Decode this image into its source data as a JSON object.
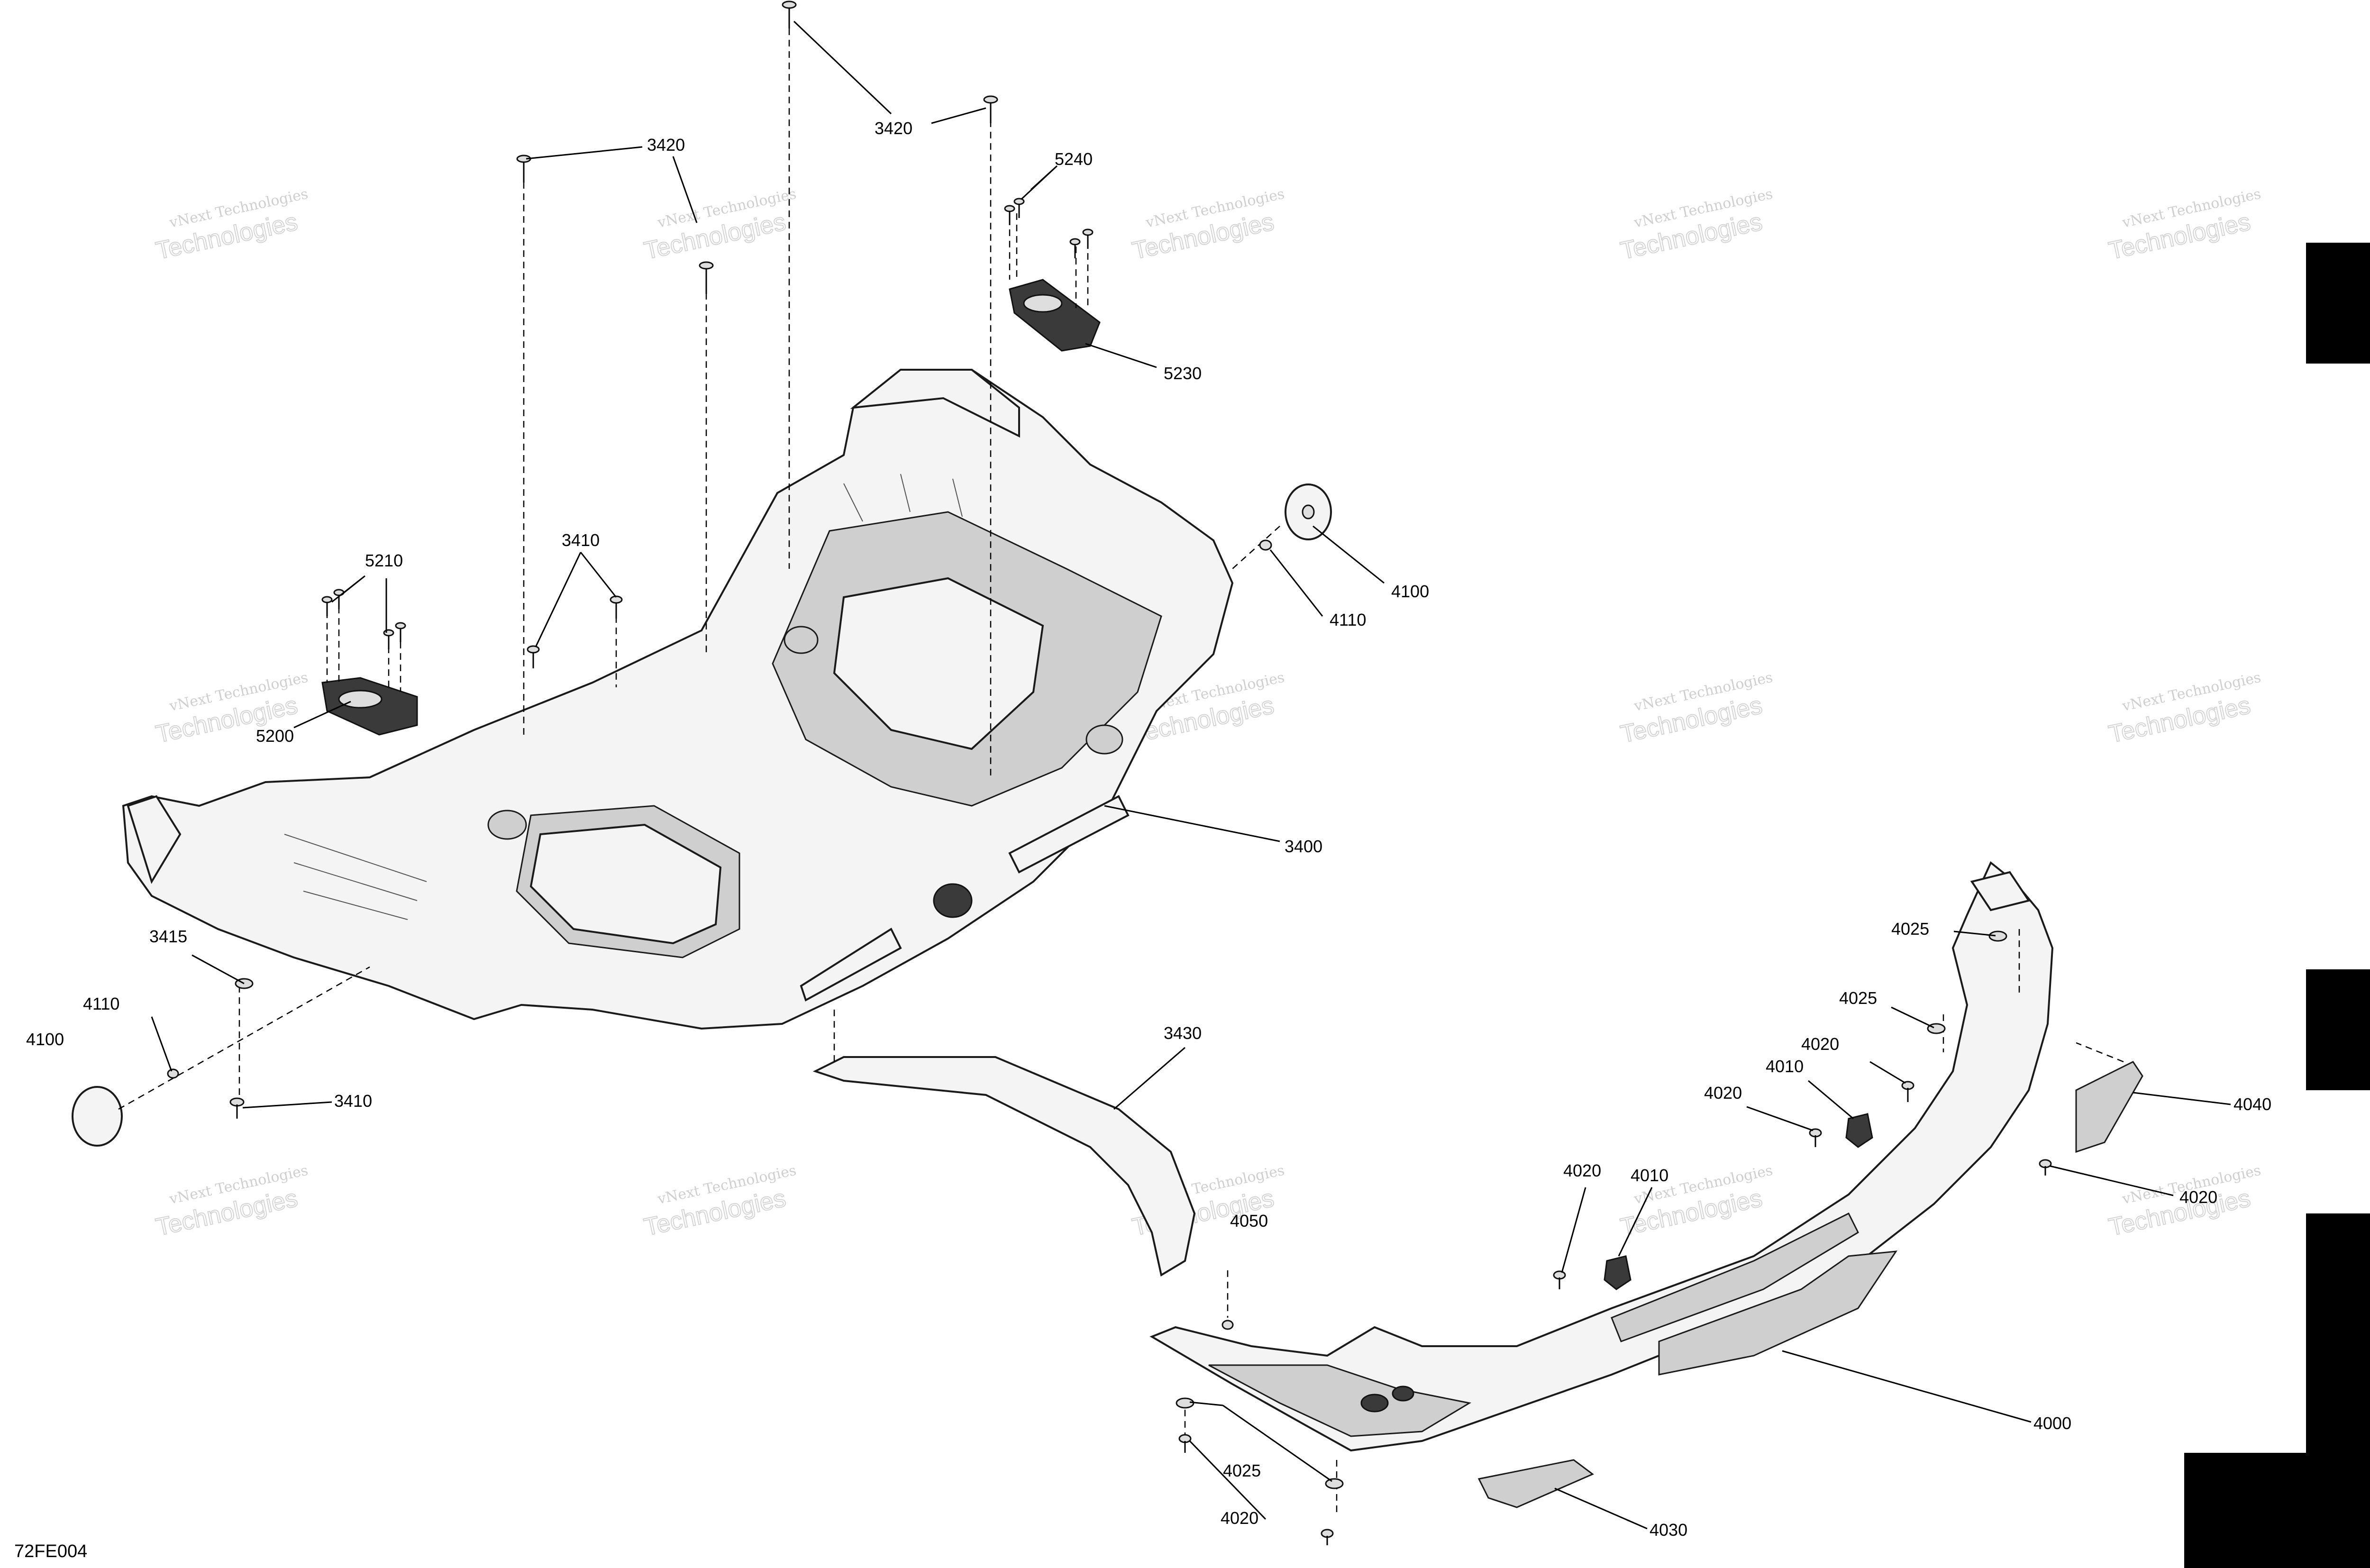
{
  "diagram": {
    "drawing_code": "72FE004",
    "watermark": {
      "line1": "vNext Technologies",
      "line2": "Technologies"
    },
    "callouts": [
      {
        "id": "3420-a",
        "text": "3420"
      },
      {
        "id": "3420-b",
        "text": "3420"
      },
      {
        "id": "5240",
        "text": "5240"
      },
      {
        "id": "5230",
        "text": "5230"
      },
      {
        "id": "4100-top",
        "text": "4100"
      },
      {
        "id": "4110-top",
        "text": "4110"
      },
      {
        "id": "5210",
        "text": "5210"
      },
      {
        "id": "3410-top",
        "text": "3410"
      },
      {
        "id": "5200",
        "text": "5200"
      },
      {
        "id": "3400",
        "text": "3400"
      },
      {
        "id": "3415",
        "text": "3415"
      },
      {
        "id": "4110-left",
        "text": "4110"
      },
      {
        "id": "4100-left",
        "text": "4100"
      },
      {
        "id": "3410-bottom",
        "text": "3410"
      },
      {
        "id": "3430",
        "text": "3430"
      },
      {
        "id": "4025-a",
        "text": "4025"
      },
      {
        "id": "4025-b",
        "text": "4025"
      },
      {
        "id": "4020-a",
        "text": "4020"
      },
      {
        "id": "4010-a",
        "text": "4010"
      },
      {
        "id": "4020-b",
        "text": "4020"
      },
      {
        "id": "4040",
        "text": "4040"
      },
      {
        "id": "4020-c",
        "text": "4020"
      },
      {
        "id": "4020-d",
        "text": "4020"
      },
      {
        "id": "4010-b",
        "text": "4010"
      },
      {
        "id": "4050",
        "text": "4050"
      },
      {
        "id": "4000",
        "text": "4000"
      },
      {
        "id": "4025-c",
        "text": "4025"
      },
      {
        "id": "4020-e",
        "text": "4020"
      },
      {
        "id": "4030",
        "text": "4030"
      }
    ]
  }
}
